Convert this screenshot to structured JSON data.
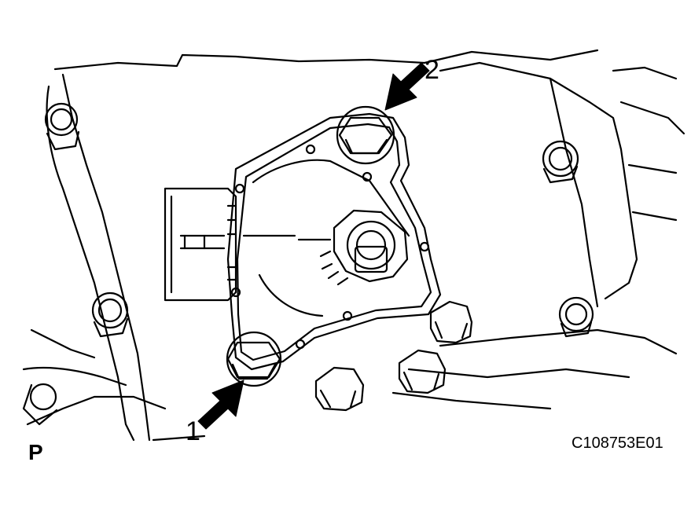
{
  "figure": {
    "view_letter": "P",
    "code": "C108753E01",
    "callouts": [
      {
        "label": "1",
        "target": "lower bolt"
      },
      {
        "label": "2",
        "target": "upper bolt"
      }
    ],
    "colors": {
      "line": "#000000",
      "fill": "#ffffff",
      "arrow": "#000000"
    }
  }
}
